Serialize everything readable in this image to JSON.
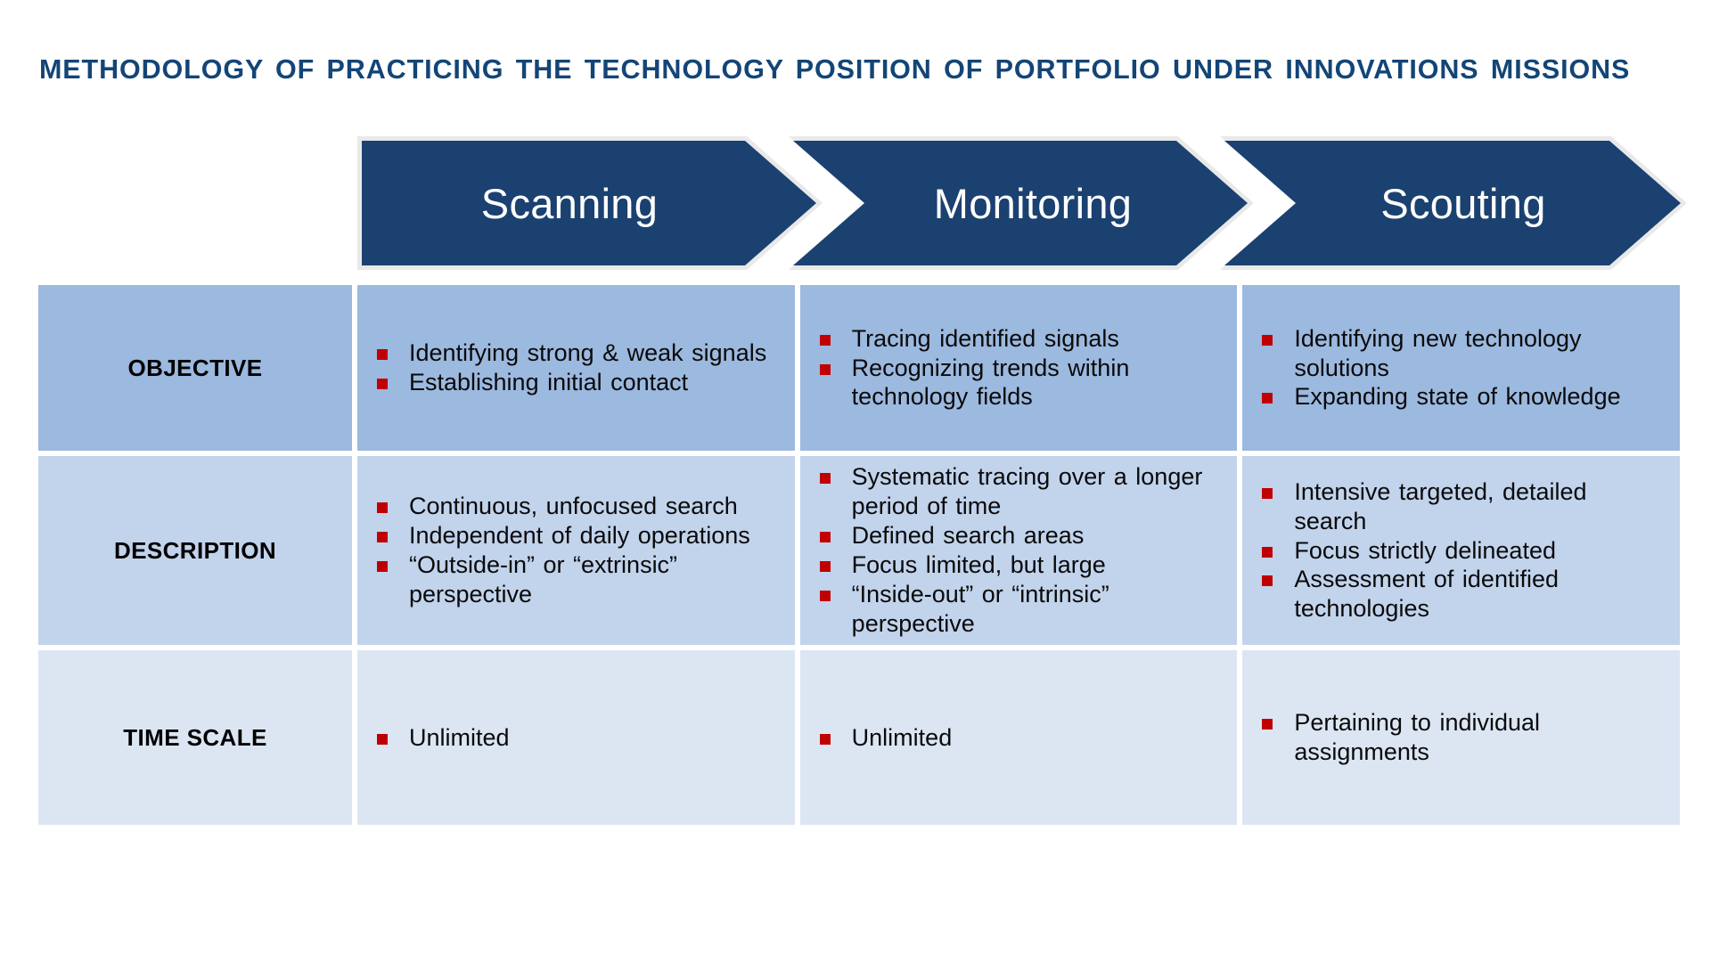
{
  "slide": {
    "title": "METHODOLOGY OF PRACTICING THE TECHNOLOGY POSITION OF  PORTFOLIO UNDER INNOVATIONS MISSIONS",
    "colors": {
      "title_blue": "#134577",
      "chevron_navy": "#1B4171",
      "chevron_outline": "#E9E9E9",
      "bullet_red": "#C00000",
      "row1_fill": "#9CB9DF",
      "row2_fill": "#C2D3EC",
      "row3_fill": "#DCE6F3",
      "background": "#FFFFFF"
    }
  },
  "process": {
    "stages": [
      {
        "label": "Scanning"
      },
      {
        "label": "Monitoring"
      },
      {
        "label": "Scouting"
      }
    ]
  },
  "matrix": {
    "row_labels": [
      "OBJECTIVE",
      "DESCRIPTION",
      "TIME SCALE"
    ],
    "column_headers": [
      "Scanning",
      "Monitoring",
      "Scouting"
    ],
    "rows": [
      {
        "label": "OBJECTIVE",
        "cells": [
          {
            "bullets": [
              "Identifying strong & weak signals",
              "Establishing initial contact"
            ]
          },
          {
            "bullets": [
              "Tracing identified signals",
              "Recognizing trends within technology fields"
            ]
          },
          {
            "bullets": [
              "Identifying new technology solutions",
              "Expanding state of knowledge"
            ]
          }
        ]
      },
      {
        "label": "DESCRIPTION",
        "cells": [
          {
            "bullets": [
              "Continuous, unfocused search",
              "Independent of daily operations",
              "“Outside-in” or “extrinsic” perspective"
            ]
          },
          {
            "bullets": [
              "Systematic tracing over a longer period of time",
              "Defined search areas",
              "Focus limited, but large",
              "“Inside-out” or “intrinsic” perspective"
            ]
          },
          {
            "bullets": [
              "Intensive targeted, detailed search",
              "Focus strictly delineated",
              "Assessment of identified technologies"
            ]
          }
        ]
      },
      {
        "label": "TIME SCALE",
        "cells": [
          {
            "bullets": [
              "Unlimited"
            ]
          },
          {
            "bullets": [
              "Unlimited"
            ]
          },
          {
            "bullets": [
              "Pertaining to individual assignments"
            ]
          }
        ]
      }
    ]
  }
}
